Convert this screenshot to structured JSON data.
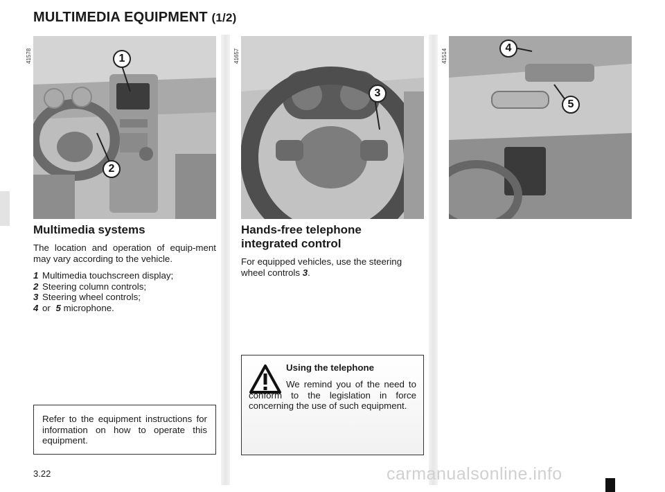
{
  "header": {
    "title": "MULTIMEDIA EQUIPMENT",
    "title_suffix": "(1/2)"
  },
  "figures": [
    {
      "ref": "41578",
      "callouts": [
        "1",
        "2"
      ]
    },
    {
      "ref": "41657",
      "callouts": [
        "3"
      ]
    },
    {
      "ref": "41514",
      "callouts": [
        "4",
        "5"
      ]
    }
  ],
  "left_section": {
    "heading": "Multimedia systems",
    "intro": "The location and operation of equip-ment may vary according to the vehicle.",
    "items": [
      {
        "num": "1",
        "text": "Multimedia touchscreen display;"
      },
      {
        "num": "2",
        "text": "Steering column controls;"
      },
      {
        "num": "3",
        "text": "Steering wheel controls;"
      },
      {
        "num": "4",
        "connector": "or",
        "num2": "5",
        "text": "microphone."
      }
    ],
    "note": "Refer to the equipment instructions for information on how to operate this equipment."
  },
  "middle_section": {
    "heading_line1": "Hands-free telephone",
    "heading_line2": "integrated control",
    "body_prefix": "For equipped vehicles, use the steering wheel controls",
    "body_ref": "3",
    "body_suffix": ".",
    "warning": {
      "title": "Using the telephone",
      "text": "We remind you of the need to conform to the legislation in force concerning the use of such equipment."
    }
  },
  "footer": {
    "page_number": "3.22",
    "watermark": "carmanualsonline.info"
  },
  "colors": {
    "photo_gray": "#c4c4c4",
    "divider": "#e6e6e6",
    "text": "#1a1a1a"
  }
}
